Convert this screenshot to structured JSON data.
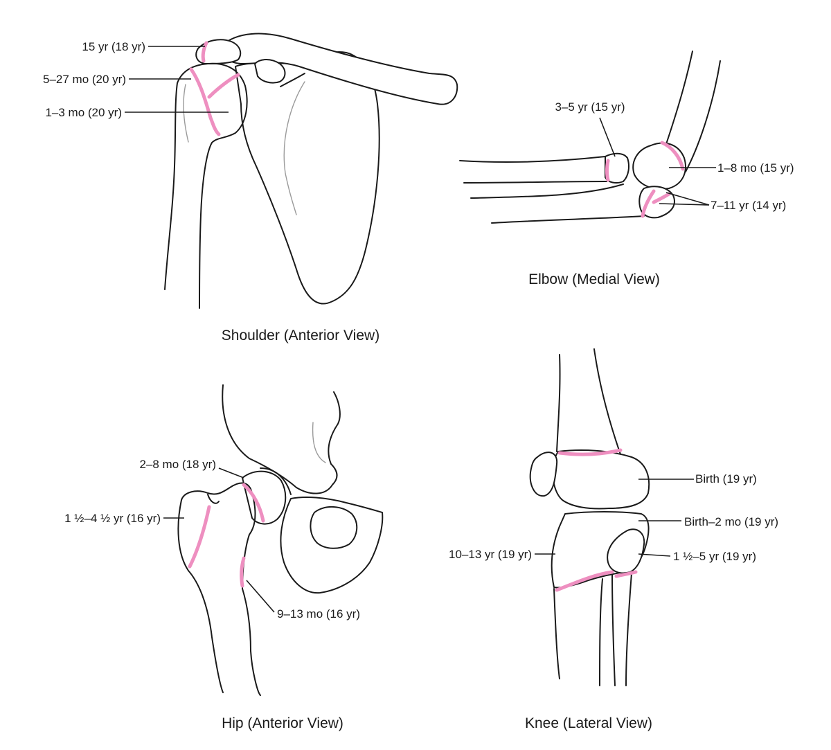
{
  "colors": {
    "growth_plate": "#ee8fc0",
    "outline": "#1a1a1a"
  },
  "shoulder": {
    "title": "Shoulder (Anterior View)",
    "labels": [
      "15 yr (18 yr)",
      "5–27 mo (20 yr)",
      "1–3 mo (20 yr)"
    ]
  },
  "elbow": {
    "title": "Elbow (Medial View)",
    "labels": [
      "3–5 yr (15 yr)",
      "1–8 mo (15 yr)",
      "7–11 yr (14 yr)"
    ]
  },
  "hip": {
    "title": "Hip (Anterior View)",
    "labels": [
      "2–8 mo (18 yr)",
      "1 ½–4 ½ yr (16 yr)",
      "9–13 mo (16 yr)"
    ]
  },
  "knee": {
    "title": "Knee (Lateral View)",
    "labels": [
      "Birth (19 yr)",
      "Birth–2 mo (19 yr)",
      "10–13 yr (19 yr)",
      "1 ½–5 yr (19 yr)"
    ]
  }
}
